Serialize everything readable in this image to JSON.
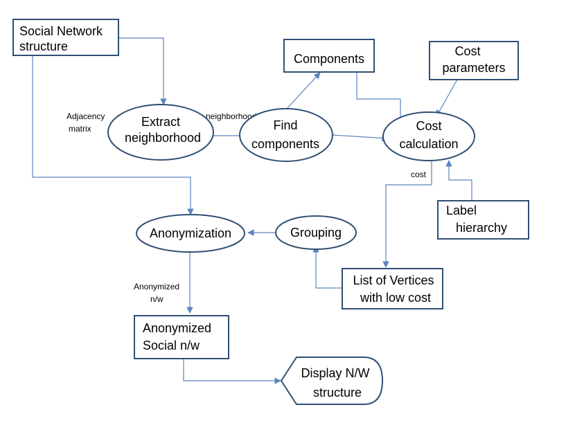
{
  "colors": {
    "node_stroke": "#2F4F72",
    "edge_stroke": "#5B84BE",
    "text": "#000000",
    "background": "#ffffff"
  },
  "nodes": {
    "social_network": {
      "shape": "rectangle",
      "lines": [
        "Social Network",
        "structure"
      ]
    },
    "components": {
      "shape": "rectangle",
      "lines": [
        "Components"
      ]
    },
    "cost_parameters": {
      "shape": "rectangle",
      "lines": [
        "Cost",
        "parameters"
      ]
    },
    "extract_neighborhood": {
      "shape": "ellipse",
      "lines": [
        "Extract",
        "neighborhood"
      ]
    },
    "find_components": {
      "shape": "ellipse",
      "lines": [
        "Find",
        "components"
      ]
    },
    "cost_calculation": {
      "shape": "ellipse",
      "lines": [
        "Cost",
        "calculation"
      ]
    },
    "label_hierarchy": {
      "shape": "rectangle",
      "lines": [
        "Label",
        "hierarchy"
      ]
    },
    "anonymization": {
      "shape": "ellipse",
      "lines": [
        "Anonymization"
      ]
    },
    "grouping": {
      "shape": "ellipse",
      "lines": [
        "Grouping"
      ]
    },
    "list_vertices": {
      "shape": "rectangle",
      "lines": [
        "List of Vertices",
        "with low cost"
      ]
    },
    "anonymized_social": {
      "shape": "rectangle",
      "lines": [
        "Anonymized",
        "Social n/w"
      ]
    },
    "display": {
      "shape": "display",
      "lines": [
        "Display N/W",
        "structure"
      ]
    }
  },
  "edge_labels": {
    "adjacency": [
      "Adjacency",
      "matrix"
    ],
    "neighborhoods": [
      "neighborhoods"
    ],
    "cost": [
      "cost"
    ],
    "anonymized_nw": [
      "Anonymized",
      "n/w"
    ]
  }
}
